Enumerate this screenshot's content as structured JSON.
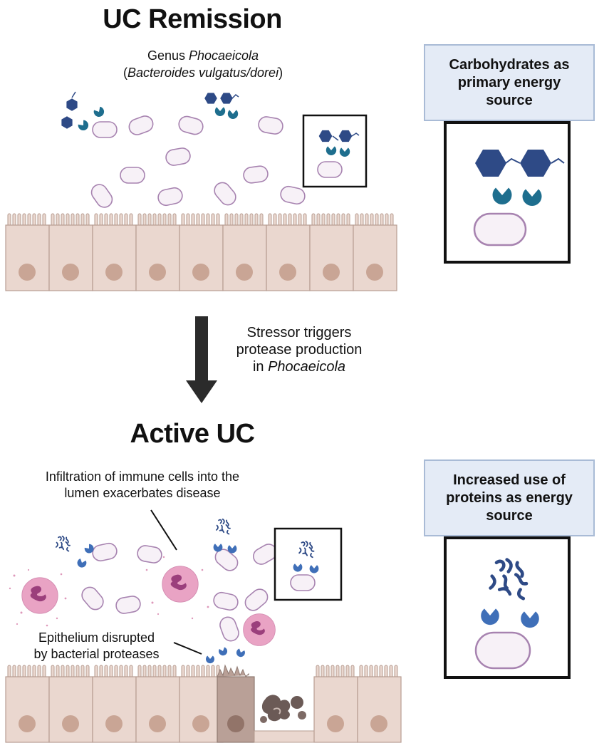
{
  "top": {
    "title": "UC Remission",
    "genus_line1_prefix": "Genus ",
    "genus_line1_italic": "Phocaeicola",
    "genus_line2_open": "(",
    "genus_line2_italic": "Bacteroides vulgatus/dorei",
    "genus_line2_close": ")"
  },
  "carb_box": {
    "line1": "Carbohydrates as",
    "line2": "primary energy",
    "line3": "source"
  },
  "transition": {
    "line1": "Stressor triggers",
    "line2": "protease production",
    "line3_prefix": "in ",
    "line3_italic": "Phocaeicola"
  },
  "bottom": {
    "title": "Active UC",
    "infiltration_line1": "Infiltration of immune cells into the",
    "infiltration_line2": "lumen exacerbates disease",
    "epithelium_line1": "Epithelium disrupted",
    "epithelium_line2": "by bacterial proteases"
  },
  "protein_box": {
    "line1": "Increased use of",
    "line2": "proteins as energy",
    "line3": "source"
  },
  "colors": {
    "hexagon": "#2e4a86",
    "enzyme": "#1e6e8e",
    "protease": "#3f6fb8",
    "bacterium_fill": "#f7f1f7",
    "bacterium_stroke": "#a783b0",
    "cell_fill": "#ead7cf",
    "cell_stroke": "#b79d92",
    "nucleus": "#c9a595",
    "immune_cell": "#e9a3c4",
    "immune_nucleus": "#9b3f7c",
    "box_bg": "#e4ebf6"
  }
}
